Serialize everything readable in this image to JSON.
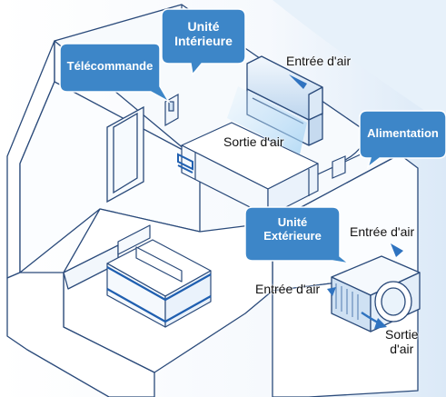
{
  "labels": {
    "telecommande": "Télécommande",
    "unite_interieure_line1": "Unité",
    "unite_interieure_line2": "Intérieure",
    "alimentation": "Alimentation",
    "unite_exterieure_line1": "Unité",
    "unite_exterieure_line2": "Extérieure"
  },
  "callouts": {
    "entree_air_indoor": "Entrée d'air",
    "sortie_air_indoor": "Sortie d'air",
    "entree_air_outdoor_top": "Entrée d'air",
    "entree_air_outdoor_left": "Entrée d'air",
    "sortie_air_outdoor_line1": "Sortie",
    "sortie_air_outdoor_line2": "d'air"
  },
  "colors": {
    "bubble_fill": "#3d86c8",
    "bubble_fill_light": "#66a9de",
    "outline": "#2a4a7a",
    "line_light": "#8fb2d8",
    "wall_tint": "#eef4fb",
    "unit_blue": "#cfe1f3",
    "arrow_blue": "#2f73c0",
    "glow_blue": "#9fd0f3"
  },
  "icons": {
    "indoor_unit": "wall-mounted-indoor-unit",
    "outdoor_unit": "outdoor-compressor-unit",
    "remote": "remote-control",
    "outlet": "power-outlet"
  }
}
